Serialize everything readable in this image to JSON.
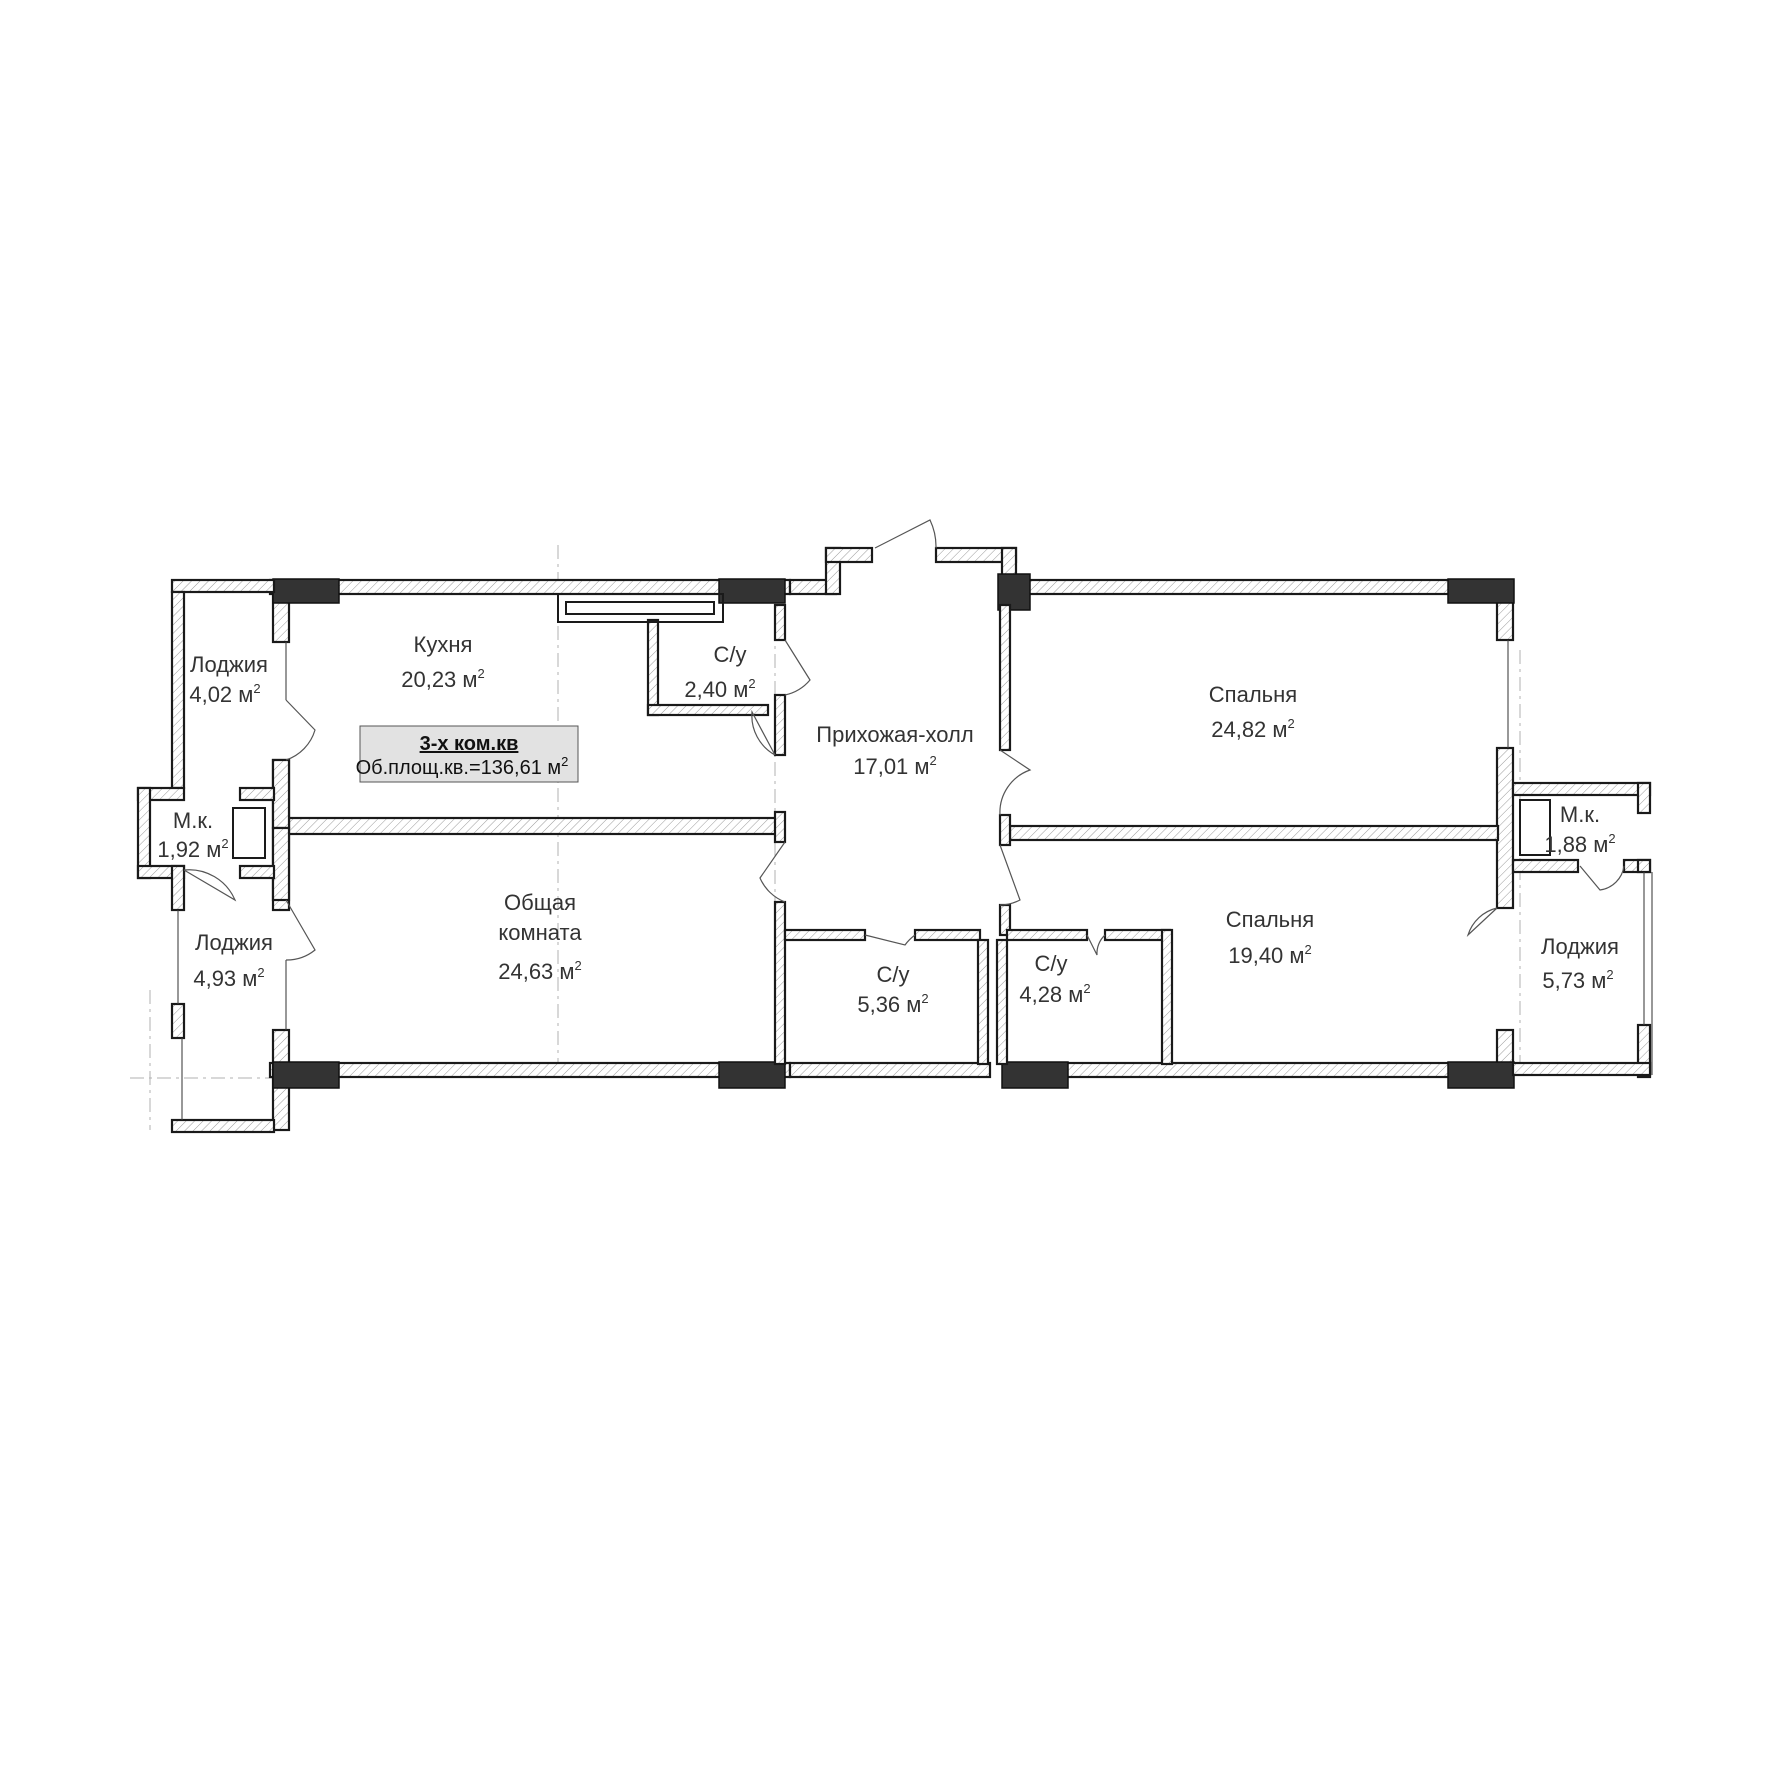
{
  "plan": {
    "summary": {
      "title": "3-х ком.кв",
      "area_label": "Об.площ.кв.=136,61 м",
      "unit_sup": "2"
    },
    "rooms": [
      {
        "id": "kitchen",
        "name": "Кухня",
        "area": "20,23 м",
        "sup": "2"
      },
      {
        "id": "loggia-nw",
        "name": "Лоджия",
        "area": "4,02 м",
        "sup": "2"
      },
      {
        "id": "storage-w",
        "name": "М.к.",
        "area": "1,92 м",
        "sup": "2"
      },
      {
        "id": "loggia-sw",
        "name": "Лоджия",
        "area": "4,93 м",
        "sup": "2"
      },
      {
        "id": "living",
        "name_line1": "Общая",
        "name_line2": "комната",
        "area": "24,63 м",
        "sup": "2"
      },
      {
        "id": "wc-small",
        "name": "С/у",
        "area": "2,40 м",
        "sup": "2"
      },
      {
        "id": "hall",
        "name": "Прихожая-холл",
        "area": "17,01 м",
        "sup": "2"
      },
      {
        "id": "wc-1",
        "name": "С/у",
        "area": "5,36 м",
        "sup": "2"
      },
      {
        "id": "wc-2",
        "name": "С/у",
        "area": "4,28 м",
        "sup": "2"
      },
      {
        "id": "bedroom-n",
        "name": "Спальня",
        "area": "24,82 м",
        "sup": "2"
      },
      {
        "id": "bedroom-s",
        "name": "Спальня",
        "area": "19,40 м",
        "sup": "2"
      },
      {
        "id": "storage-e",
        "name": "М.к.",
        "area": "1,88 м",
        "sup": "2"
      },
      {
        "id": "loggia-e",
        "name": "Лоджия",
        "area": "5,73 м",
        "sup": "2"
      }
    ]
  }
}
